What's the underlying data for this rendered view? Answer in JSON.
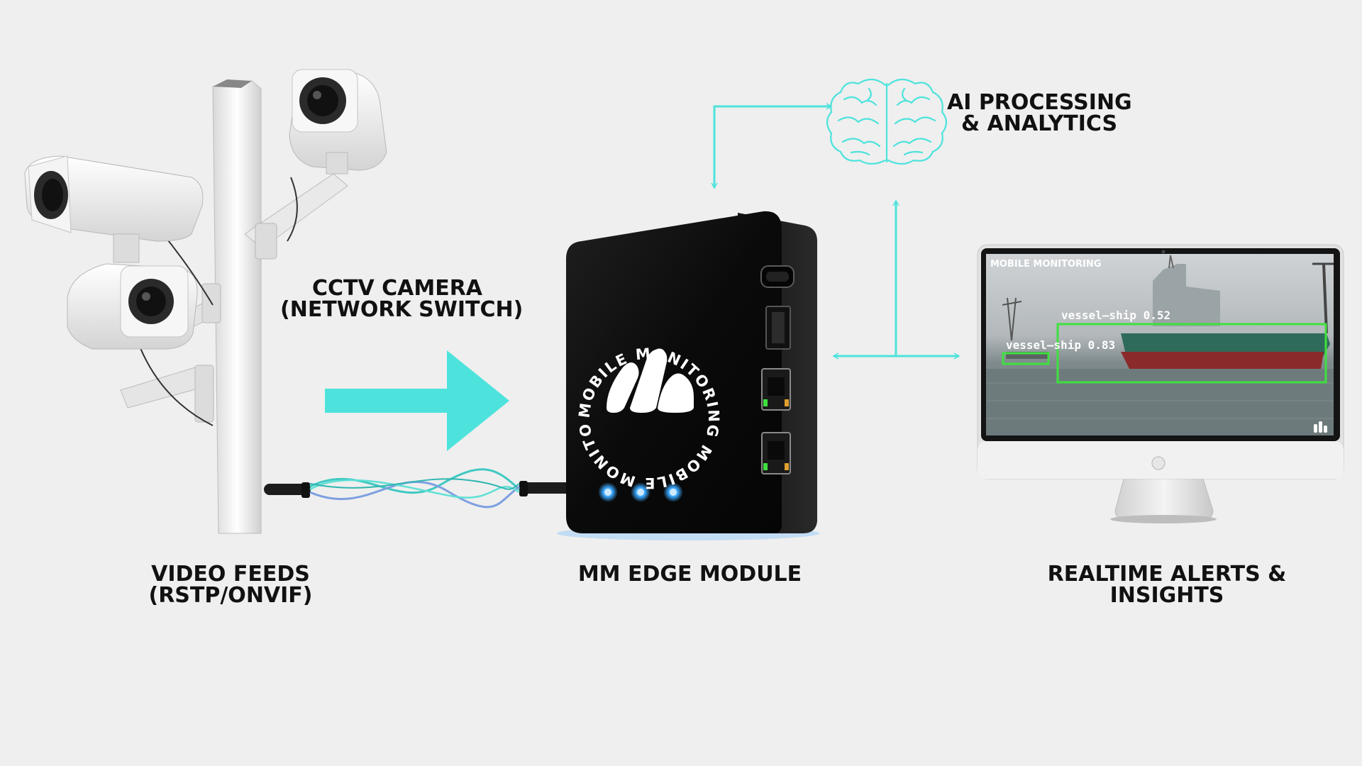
{
  "labels": {
    "camera_line1": "CCTV CAMERA",
    "camera_line2": "(NETWORK SWITCH)",
    "ai_line1": "AI PROCESSING",
    "ai_line2": "& ANALYTICS",
    "feeds_line1": "VIDEO FEEDS",
    "feeds_line2": "(RSTP/ONVIF)",
    "module": "MM EDGE MODULE",
    "alerts_line1": "REALTIME ALERTS &",
    "alerts_line2": "INSIGHTS"
  },
  "device": {
    "ring_text": "MOBILE MONITORING MOBILE MONITORING "
  },
  "monitor": {
    "brand": "MOBILE MONITORING",
    "detection_1": "vessel—ship 0.52",
    "detection_2": "vessel—ship 0.83"
  },
  "colors": {
    "accent": "#4de3dc",
    "detection": "#3fe03f",
    "device": "#0b0b0b",
    "led": "#3aa8ff",
    "background": "#efefef"
  },
  "icons": {
    "brain": "brain-icon",
    "logo": "mobile-monitoring-logo-icon"
  }
}
